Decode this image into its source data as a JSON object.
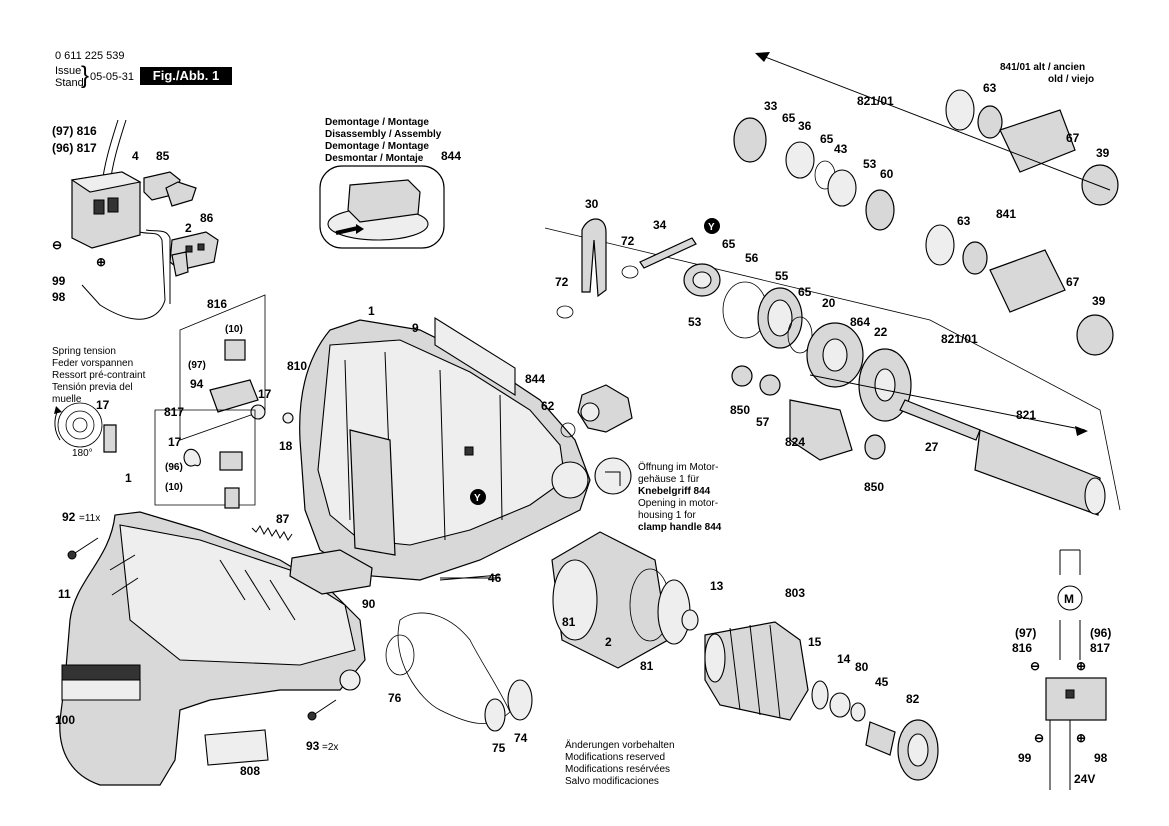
{
  "header": {
    "doc_number": "0 611 225 539",
    "issue_label": "Issue",
    "stand_label": "Stand",
    "date": "05-05-31",
    "figure": "Fig./Abb. 1"
  },
  "notes": {
    "disassembly": [
      "Demontage / Montage",
      "Disassembly / Assembly",
      "Demontage / Montage",
      "Desmontar / Montaje"
    ],
    "spring_tension": [
      "Spring tension",
      "Feder vorspannen",
      "Ressort pré-contraint",
      "Tensión previa del",
      "muelle"
    ],
    "opening": [
      "Öffnung im Motor-",
      "gehäuse 1 für",
      "Knebelgriff 844",
      "Opening in motor-",
      "housing 1 for",
      "clamp handle 844"
    ],
    "modifications": [
      "Änderungen vorbehalten",
      "Modifications reserved",
      "Modifications resérvées",
      "Salvo modificaciones"
    ],
    "alt_label": [
      "841/01 alt / ancien",
      "old / viejo"
    ],
    "angle": "180°",
    "voltage": "24V"
  },
  "parts": [
    "(97) 816",
    "(96) 817",
    "4",
    "85",
    "2",
    "86",
    "99",
    "98",
    "844",
    "816",
    "(10)",
    "(97)",
    "94",
    "810",
    "17",
    "18",
    "817",
    "17",
    "(96)",
    "(10)",
    "1",
    "9",
    "844",
    "62",
    "87",
    "90",
    "46",
    "92",
    "=11x",
    "1",
    "11",
    "100",
    "93",
    "=2x",
    "808",
    "76",
    "75",
    "74",
    "30",
    "34",
    "72",
    "72",
    "53",
    "65",
    "56",
    "55",
    "65",
    "20",
    "864",
    "22",
    "821/01",
    "850",
    "57",
    "824",
    "27",
    "850",
    "821",
    "33",
    "65",
    "36",
    "821/01",
    "65",
    "43",
    "53",
    "60",
    "63",
    "67",
    "39",
    "63",
    "841",
    "67",
    "39",
    "13",
    "803",
    "81",
    "2",
    "81",
    "15",
    "14",
    "80",
    "45",
    "82",
    "(97)",
    "816",
    "(96)",
    "817",
    "99",
    "98"
  ],
  "symbols": {
    "minus": "⊖",
    "plus": "⊕",
    "motor": "M",
    "ref_y": "Y"
  }
}
